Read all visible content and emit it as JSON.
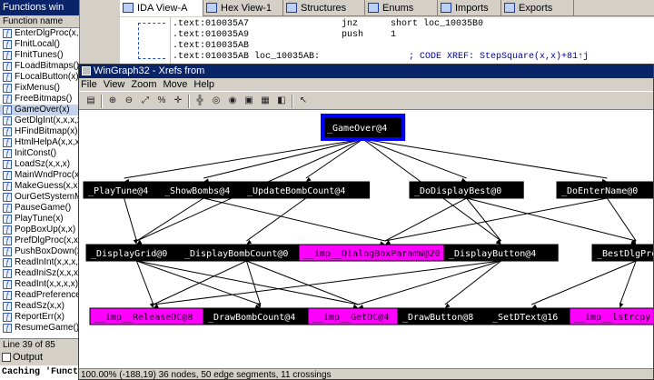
{
  "functions_window": {
    "title": "Functions win",
    "column_header": "Function name",
    "items": [
      "EnterDlgProc(x,x,x,x)",
      "FInitLocal()",
      "FInitTunes()",
      "FLoadBitmaps()",
      "FLocalButton(x)",
      "FixMenus()",
      "FreeBitmaps()",
      "GameOver(x)",
      "GetDlgInt(x,x,x,x)",
      "HFindBitmap(x)",
      "HtmlHelpA(x,x,x,x)",
      "InitConst()",
      "LoadSz(x,x,x)",
      "MainWndProc(x,x)",
      "MakeGuess(x,x)",
      "OurGetSystemM",
      "PauseGame()",
      "PlayTune(x)",
      "PopBoxUp(x,x)",
      "PrefDlgProc(x,x)",
      "PushBoxDown(x)",
      "ReadInInt(x,x,x,x)",
      "ReadIniSz(x,x,x)",
      "ReadInt(x,x,x,x)",
      "ReadPreferences()",
      "ReadSz(x,x)",
      "ReportErr(x)",
      "ResumeGame()"
    ],
    "selected_index": 7,
    "status": "Line 39 of 85"
  },
  "tabs": [
    {
      "label": "IDA View-A",
      "active": true
    },
    {
      "label": "Hex View-1",
      "active": false
    },
    {
      "label": "Structures",
      "active": false
    },
    {
      "label": "Enums",
      "active": false
    },
    {
      "label": "Imports",
      "active": false
    },
    {
      "label": "Exports",
      "active": false
    }
  ],
  "disassembly": [
    {
      "addr": ".text:010035A7",
      "label": "",
      "mnem": "jnz",
      "op": "short loc_10035B0",
      "comment": ""
    },
    {
      "addr": ".text:010035A9",
      "label": "",
      "mnem": "push",
      "op": "1",
      "comment": ""
    },
    {
      "addr": ".text:010035AB",
      "label": "",
      "mnem": "",
      "op": "",
      "comment": ""
    },
    {
      "addr": ".text:010035AB",
      "label": "loc_10035AB:",
      "mnem": "",
      "op": "",
      "comment": "; CODE XREF: StepSquare(x,x)+81↑j"
    }
  ],
  "graph_window": {
    "title": "WinGraph32 - Xrefs from",
    "menu": [
      "File",
      "View",
      "Zoom",
      "Move",
      "Help"
    ],
    "status": "100.00% (-188,19) 36 nodes, 50 edge segments, 11 crossings"
  },
  "graph": {
    "nodes": [
      {
        "id": "root",
        "label": "_GameOver@4",
        "kind": "root"
      },
      {
        "id": "n1",
        "label": "_PlayTune@4",
        "kind": "func"
      },
      {
        "id": "n2",
        "label": "_ShowBombs@4",
        "kind": "func"
      },
      {
        "id": "n3",
        "label": "_UpdateBombCount@4",
        "kind": "func"
      },
      {
        "id": "n4",
        "label": "_DoDisplayBest@0",
        "kind": "func"
      },
      {
        "id": "n5",
        "label": "_DoEnterName@0",
        "kind": "func"
      },
      {
        "id": "n6",
        "label": "_DisplayGrid@0",
        "kind": "func"
      },
      {
        "id": "n7",
        "label": "_DisplayBombCount@0",
        "kind": "func"
      },
      {
        "id": "n8",
        "label": "__imp__DialogBoxParamW@20",
        "kind": "import"
      },
      {
        "id": "n9",
        "label": "_DisplayButton@4",
        "kind": "func"
      },
      {
        "id": "n10",
        "label": "_BestDlgProc",
        "kind": "func"
      },
      {
        "id": "n11",
        "label": "__imp__ReleaseDC@8",
        "kind": "import"
      },
      {
        "id": "n12",
        "label": "_DrawBombCount@4",
        "kind": "func"
      },
      {
        "id": "n13",
        "label": "__imp__GetDC@4",
        "kind": "import"
      },
      {
        "id": "n14",
        "label": "_DrawButton@8",
        "kind": "func"
      },
      {
        "id": "n15",
        "label": "_SetDText@16",
        "kind": "func"
      },
      {
        "id": "n16",
        "label": "__imp__lstrcpy",
        "kind": "import"
      }
    ],
    "edges": [
      [
        "root",
        "n1"
      ],
      [
        "root",
        "n2"
      ],
      [
        "root",
        "n3"
      ],
      [
        "root",
        "n4"
      ],
      [
        "root",
        "n5"
      ],
      [
        "root",
        "n9"
      ],
      [
        "root",
        "n6"
      ],
      [
        "n1",
        "n6"
      ],
      [
        "n2",
        "n6"
      ],
      [
        "n2",
        "n8"
      ],
      [
        "n3",
        "n7"
      ],
      [
        "n4",
        "n8"
      ],
      [
        "n4",
        "n9"
      ],
      [
        "n4",
        "n10"
      ],
      [
        "n5",
        "n8"
      ],
      [
        "n5",
        "n10"
      ],
      [
        "n6",
        "n11"
      ],
      [
        "n6",
        "n12"
      ],
      [
        "n6",
        "n13"
      ],
      [
        "n7",
        "n11"
      ],
      [
        "n7",
        "n12"
      ],
      [
        "n7",
        "n13"
      ],
      [
        "n9",
        "n11"
      ],
      [
        "n9",
        "n13"
      ],
      [
        "n9",
        "n14"
      ],
      [
        "n10",
        "n15"
      ],
      [
        "n10",
        "n16"
      ]
    ]
  },
  "output_window": {
    "title": "Output window",
    "text": "Caching 'Funct"
  },
  "colors": {
    "title_bar": "#0a246a",
    "node_func_bg": "#000000",
    "node_import_bg": "#ff00ff",
    "node_root_border": "#0000ff"
  }
}
